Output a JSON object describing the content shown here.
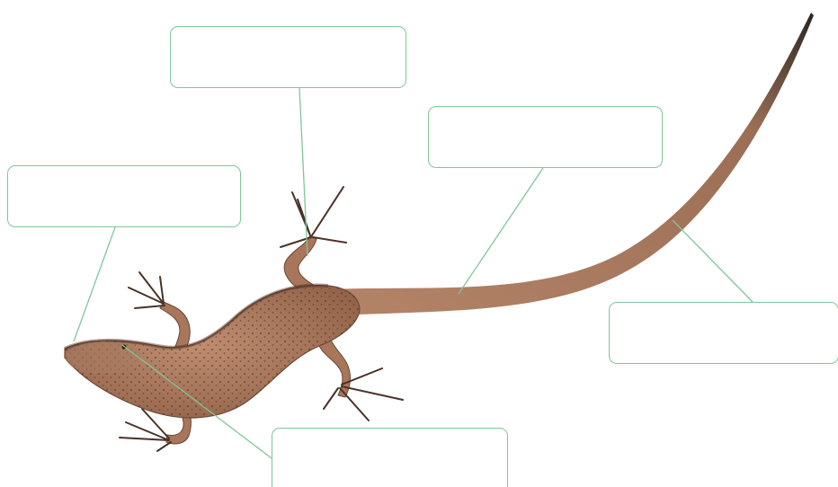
{
  "diagram": {
    "subject_icon": "lizard-illustration",
    "colors": {
      "leader_line": "#7fc79a",
      "box_border": "#7fc79a",
      "lizard_body": "#b07d62",
      "lizard_dark": "#5a3a2a",
      "lizard_tail_tip": "#2c2622"
    },
    "labels": [
      {
        "id": "label-top",
        "text": ""
      },
      {
        "id": "label-mid",
        "text": ""
      },
      {
        "id": "label-left",
        "text": ""
      },
      {
        "id": "label-right",
        "text": ""
      },
      {
        "id": "label-bottom",
        "text": ""
      }
    ]
  }
}
